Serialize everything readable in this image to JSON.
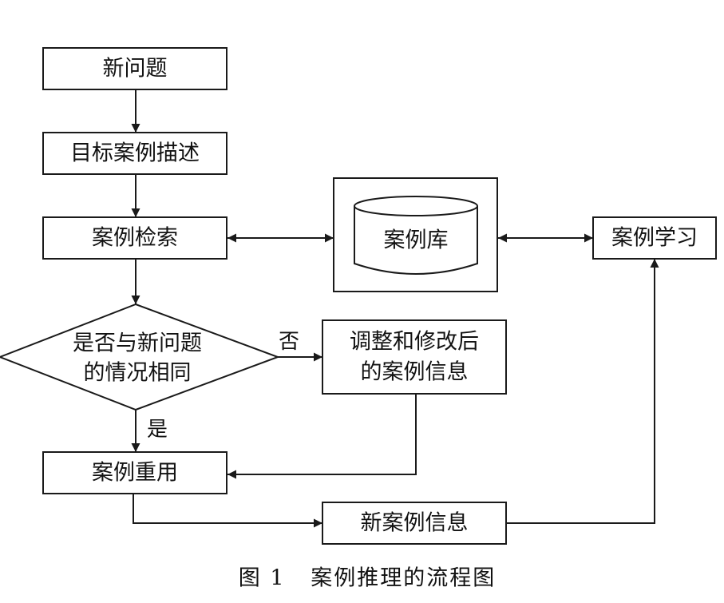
{
  "colors": {
    "line": "#1a1a1a",
    "background": "#ffffff",
    "text": "#111111"
  },
  "nodes": {
    "new_problem": "新问题",
    "target_description": "目标案例描述",
    "case_retrieval": "案例检索",
    "case_base": "案例库",
    "case_learning": "案例学习",
    "decision": {
      "line1": "是否与新问题",
      "line2": "的情况相同"
    },
    "adjusted_info": {
      "line1": "调整和修改后",
      "line2": "的案例信息"
    },
    "case_reuse": "案例重用",
    "new_case_info": "新案例信息"
  },
  "edge_labels": {
    "no": "否",
    "yes": "是"
  },
  "caption": "图 1   案例推理的流程图"
}
